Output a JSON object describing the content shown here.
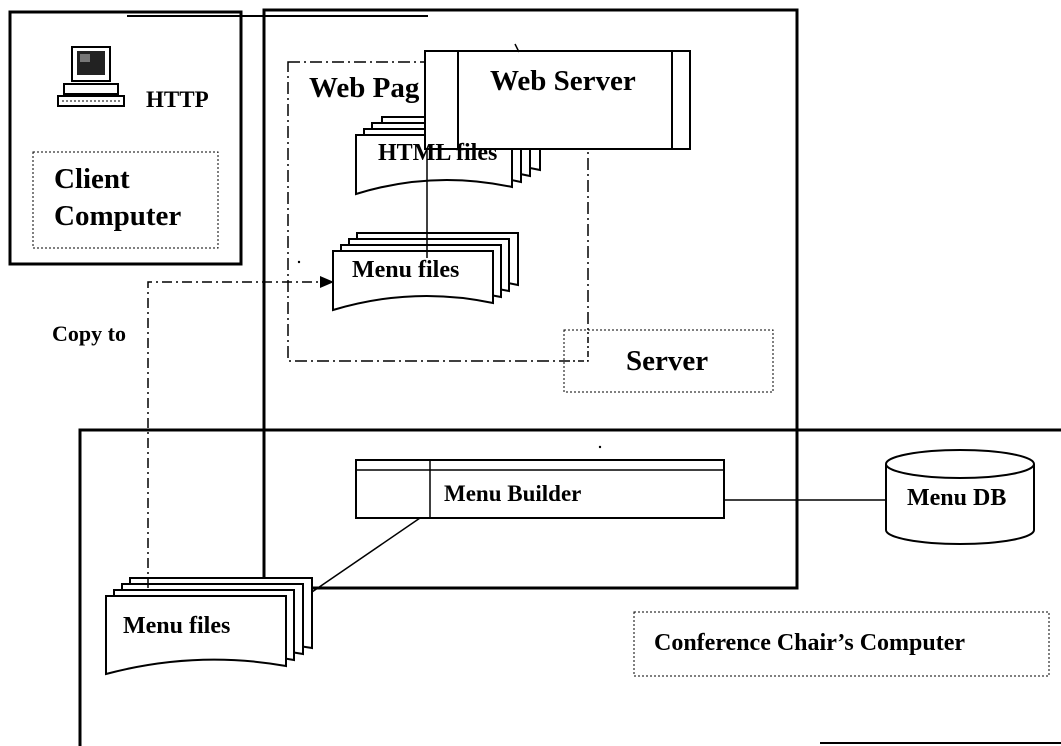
{
  "client": {
    "protocol_label": "HTTP",
    "name_line1": "Client",
    "name_line2": "Computer",
    "icon": "computer-icon"
  },
  "server": {
    "label": "Server",
    "web_pages_label": "Web Pag",
    "web_server_label": "Web Server",
    "html_files_label": "HTML files",
    "menu_files_label": "Menu files"
  },
  "chair": {
    "label": "Conference Chair’s Computer",
    "menu_builder_label": "Menu Builder",
    "menu_db_label": "Menu DB",
    "menu_files_label": "Menu files"
  },
  "copy_to_label": "Copy to"
}
